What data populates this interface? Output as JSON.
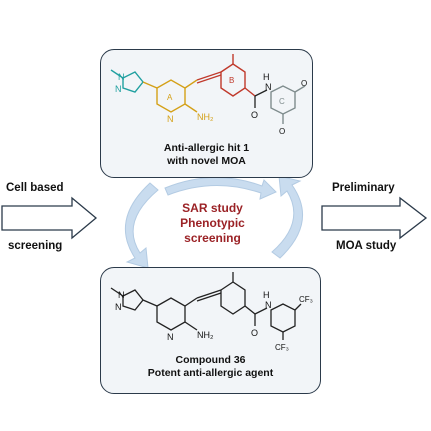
{
  "top_panel": {
    "caption_line1": "Anti-allergic hit 1",
    "caption_line2": "with novel MOA",
    "ring_labels": {
      "a": "A",
      "b": "B",
      "c": "C"
    },
    "atoms": {
      "nh2": "NH₂",
      "n_ring": "N",
      "nh": "H",
      "n_amide": "N",
      "o": "O",
      "pyrazole_n1": "N",
      "pyrazole_n2": "N",
      "o_methoxy_top": "O",
      "o_methoxy_bottom": "O"
    },
    "colors": {
      "ring_a": "#d4a017",
      "ring_b": "#c0392b",
      "ring_c": "#7f8c8d",
      "pyrazole": "#20a0a0"
    }
  },
  "bottom_panel": {
    "caption_line1": "Compound 36",
    "caption_line2": "Potent anti-allergic agent",
    "atoms": {
      "nh2": "NH₂",
      "n_ring": "N",
      "nh": "H",
      "n_amide": "N",
      "o": "O",
      "pyrazole_n1": "N",
      "pyrazole_n2": "N",
      "cf3_top": "CF₃",
      "cf3_bottom": "CF₃"
    }
  },
  "left_label_top": "Cell based",
  "left_label_bottom": "screening",
  "right_label_top": "Preliminary",
  "right_label_bottom": "MOA study",
  "center_line1": "SAR study",
  "center_line2": "Phenotypic",
  "center_line3": "screening",
  "colors": {
    "center_text": "#9b2226",
    "cycle_arrow": "#bcd3ea",
    "box_border": "#2b3a4a"
  }
}
